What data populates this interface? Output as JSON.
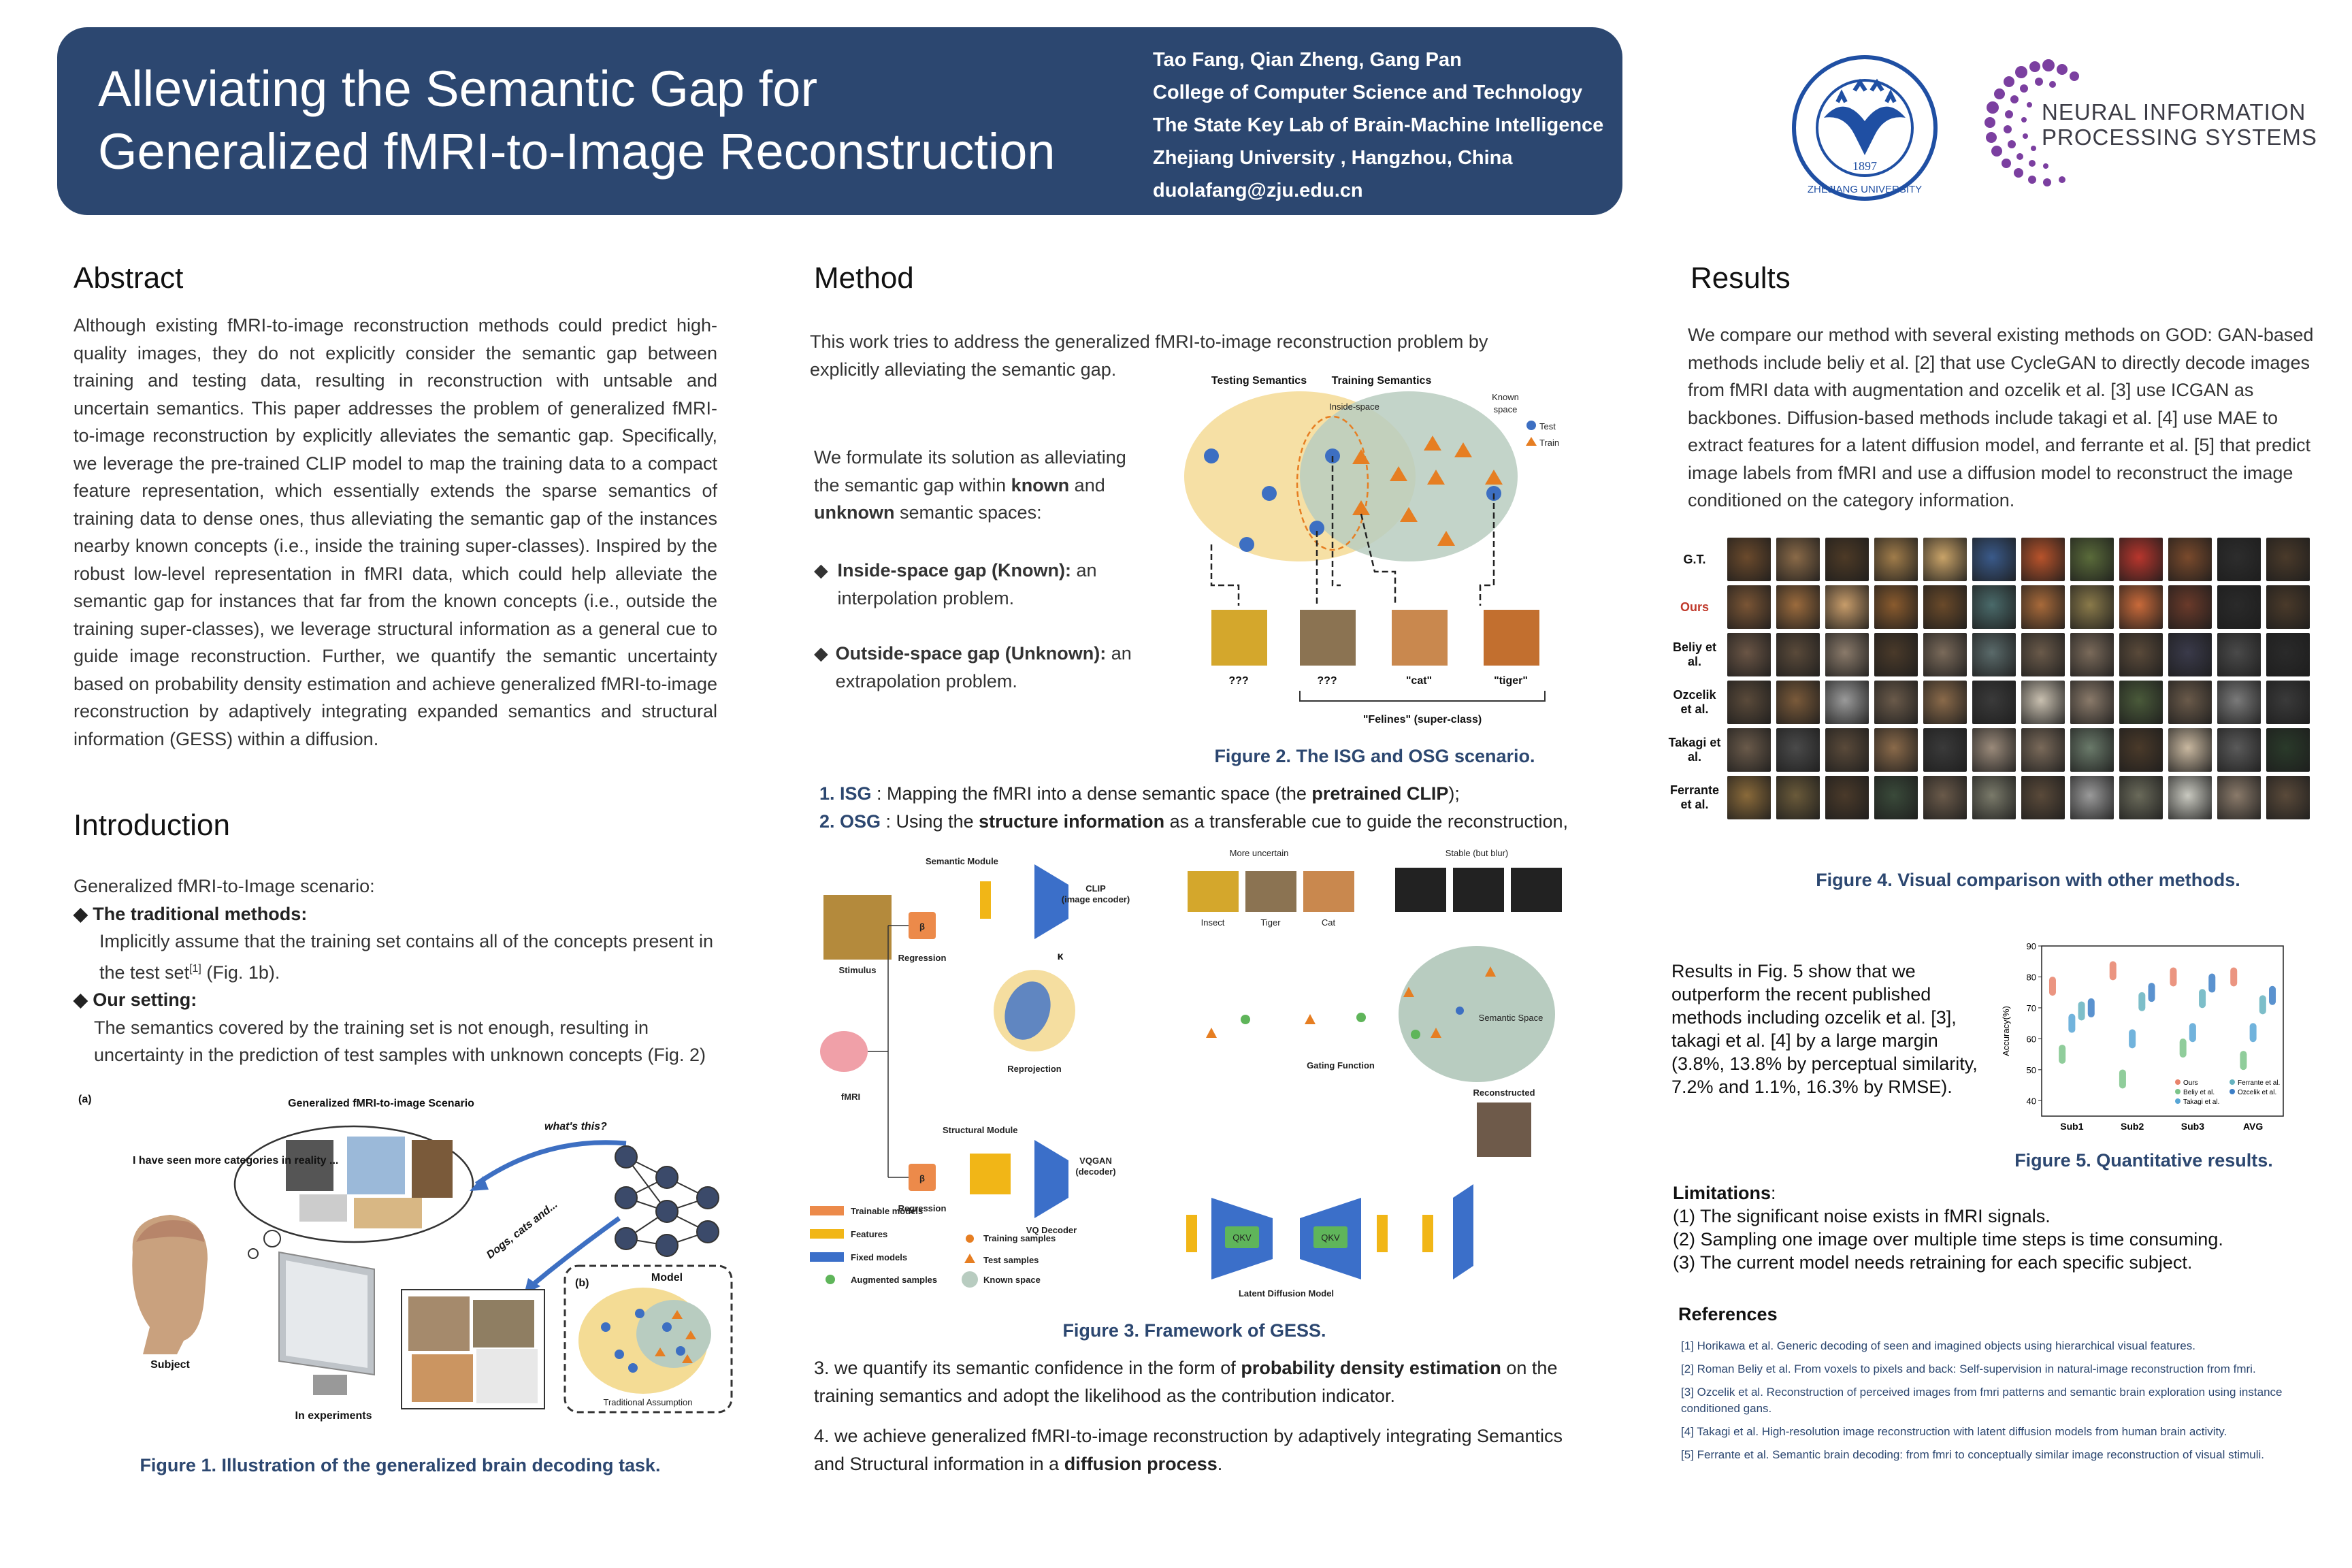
{
  "header": {
    "title_line1": "Alleviating the Semantic Gap for",
    "title_line2": "Generalized fMRI-to-Image Reconstruction",
    "authors": "Tao Fang, Qian Zheng, Gang Pan",
    "affil1": "College of Computer Science and Technology",
    "affil2": "The State Key Lab of Brain-Machine Intelligence",
    "affil3": "Zhejiang University , Hangzhou, China",
    "email": "duolafang@zju.edu.cn",
    "neurips_line1": "NEURAL INFORMATION",
    "neurips_line2": "PROCESSING SYSTEMS",
    "zju_year": "1897",
    "zju_name": "ZHEJIANG UNIVERSITY"
  },
  "abstract": {
    "title": "Abstract",
    "text": "Although existing fMRI-to-image reconstruction methods could predict high-quality images, they do not explicitly consider the semantic gap between training and testing data, resulting in reconstruction with untsable and uncertain semantics. This paper addresses the problem of generalized fMRI-to-image reconstruction by explicitly alleviates the semantic gap. Specifically, we leverage the pre-trained CLIP model to map the training data to a compact feature representation, which essentially extends the sparse semantics of training data to dense ones, thus alleviating the semantic gap of the instances nearby known concepts (i.e., inside the training super-classes). Inspired by the robust low-level representation in fMRI data, which could help alleviate the semantic gap for instances that far from the known concepts (i.e., outside the training super-classes), we leverage structural information as a general cue to guide image reconstruction. Further, we quantify the semantic uncertainty based on probability density estimation and achieve generalized fMRI-to-image reconstruction by adaptively integrating expanded semantics and structural information (GESS) within a diffusion."
  },
  "introduction": {
    "title": "Introduction",
    "scenario": "Generalized fMRI-to-Image scenario:",
    "trad_title": "The traditional methods:",
    "trad_text_a": "Implicitly assume that the training set contains all of the concepts present in the test set",
    "trad_ref": "[1]",
    "trad_text_b": " (Fig. 1b).",
    "our_title": "Our setting:",
    "our_text": "The semantics covered by the training set is not enough, resulting in uncertainty in the prediction of test samples with unknown concepts (Fig. 2)",
    "fig1": {
      "label_a": "(a)",
      "label_b": "(b)",
      "heading": "Generalized fMRI-to-image Scenario",
      "thought": "I have seen more categories in reality ...",
      "whats_this": "what's this?",
      "dogs": "Dogs, cats and...",
      "model": "Model",
      "subject": "Subject",
      "in_experiments": "In experiments",
      "traditional": "Traditional Assumption",
      "caption": "Figure 1. Illustration of the generalized brain decoding task."
    }
  },
  "method": {
    "title": "Method",
    "intro": "This work tries to address the generalized fMRI-to-image reconstruction problem by explicitly alleviating the semantic gap.",
    "formulate_a": "We formulate its solution as alleviating the semantic gap within ",
    "known": "known",
    "formulate_b": " and ",
    "unknown": "unknown",
    "formulate_c": " semantic spaces:",
    "isg_title": "Inside-space gap  (Known):",
    "isg_text": " an interpolation problem.",
    "osg_title": "Outside-space gap (Unknown):",
    "osg_text": " an extrapolation problem.",
    "fig2": {
      "testing": "Testing Semantics",
      "training": "Training Semantics",
      "inside": "Inside-space",
      "known_space_1": "Known",
      "known_space_2": "space",
      "test": "Test",
      "train": "Train",
      "q1": "???",
      "q2": "???",
      "cat": "\"cat\"",
      "tiger": "\"tiger\"",
      "felines": "\"Felines\" (super-class)",
      "caption": "Figure 2. The ISG and OSG scenario."
    },
    "step1_num": "1. ISG",
    "step1_a": " : Mapping the fMRI into a dense semantic space (the ",
    "step1_b": "pretrained CLIP",
    "step1_c": ");",
    "step2_num": "2. OSG",
    "step2_a": " : Using the ",
    "step2_b": "structure information",
    "step2_c": " as a transferable cue to guide the reconstruction,",
    "fig3": {
      "semantic_module": "Semantic Module",
      "clip": "CLIP",
      "clip2": "(image encoder)",
      "kappa": "κ",
      "stimulus": "Stimulus",
      "regression": "Regression",
      "reprojection": "Reprojection",
      "fmri": "fMRI",
      "structural_module": "Structural Module",
      "vqgan": "VQGAN",
      "vqgan2": "(decoder)",
      "vq_decoder": "VQ Decoder",
      "more_uncertain": "More uncertain",
      "stable": "Stable (but blur)",
      "insect": "Insect",
      "tiger": "Tiger",
      "cat": "Cat",
      "semantic_space": "Semantic Space",
      "gating": "Gating Function",
      "reconstructed": "Reconstructed",
      "ldm": "Latent Diffusion Model",
      "qkv": "QKV",
      "legend_trainable": "Trainable models",
      "legend_features": "Features",
      "legend_fixed": "Fixed models",
      "legend_training": "Training samples",
      "legend_test": "Test samples",
      "legend_augmented": "Augmented samples",
      "legend_known": "Known space",
      "caption": "Figure 3. Framework of GESS."
    },
    "step3_a": "3. we quantify its semantic confidence in the form of ",
    "step3_b": "probability density estimation",
    "step3_c": " on the training semantics and adopt the likelihood as the contribution indicator.",
    "step4_a": "4. we achieve generalized fMRI-to-image reconstruction by adaptively integrating Semantics and Structural information in a ",
    "step4_b": "diffusion process",
    "step4_c": "."
  },
  "results": {
    "title": "Results",
    "intro": "We compare our method with several existing methods on GOD: GAN-based methods include beliy et al. [2] that use CycleGAN to directly decode images from fMRI data with augmentation and ozcelik et al. [3] use ICGAN as backbones. Diffusion-based methods include takagi et al. [4] use MAE to extract features for a latent diffusion model, and ferrante et al. [5] that predict image labels from fMRI and use a diffusion model to reconstruct the image conditioned on the category information.",
    "row_labels": [
      "G.T.",
      "Ours",
      "Beliy et al.",
      "Ozcelik et al.",
      "Takagi et al.",
      "Ferrante et al."
    ],
    "fig4_caption": "Figure 4. Visual comparison with other methods.",
    "fig5_text": "Results in Fig. 5 show that we outperform the recent published methods including ozcelik et al. [3], takagi et al. [4] by a large margin (3.8%, 13.8% by perceptual similarity, 7.2% and 1.1%, 16.3% by RMSE).",
    "fig5_caption": "Figure 5. Quantitative results.",
    "limitations_title": "Limitations",
    "limitations": [
      "(1)  The significant noise exists in fMRI signals.",
      "(2)  Sampling one image over multiple time steps is time consuming.",
      "(3)  The current model needs retraining for each specific subject."
    ],
    "references_title": "References",
    "references": [
      "[1] Horikawa et al.  Generic decoding of seen and imagined objects using hierarchical visual features.",
      "[2] Roman Beliy et al.  From voxels to pixels and back: Self-supervision in natural-image reconstruction from fmri.",
      "[3] Ozcelik et al.  Reconstruction of perceived images from fmri patterns and semantic brain exploration using instance conditioned gans.",
      "[4] Takagi et al.  High-resolution image reconstruction with latent diffusion models from human brain activity.",
      "[5] Ferrante et al.  Semantic brain decoding: from fmri to conceptually similar image reconstruction of visual stimuli."
    ]
  },
  "chart_data": {
    "type": "scatter",
    "categories": [
      "Sub1",
      "Sub2",
      "Sub3",
      "AVG"
    ],
    "ylabel": "Accuracy(%)",
    "ylim": [
      35,
      90
    ],
    "yticks": [
      40,
      50,
      60,
      70,
      80,
      90
    ],
    "legend_position": "bottom-right",
    "series": [
      {
        "name": "Ours",
        "color": "#e8836b",
        "values": [
          77,
          82,
          80,
          80
        ]
      },
      {
        "name": "Beliy et al.",
        "color": "#7cc48a",
        "values": [
          55,
          47,
          57,
          53
        ]
      },
      {
        "name": "Takagi et al.",
        "color": "#58a6d6",
        "values": [
          65,
          60,
          62,
          62
        ]
      },
      {
        "name": "Ferrante et al.",
        "color": "#66b3bf",
        "values": [
          69,
          72,
          73,
          71
        ]
      },
      {
        "name": "Ozcelik et al.",
        "color": "#3d7fc7",
        "values": [
          70,
          75,
          78,
          74
        ]
      }
    ]
  }
}
